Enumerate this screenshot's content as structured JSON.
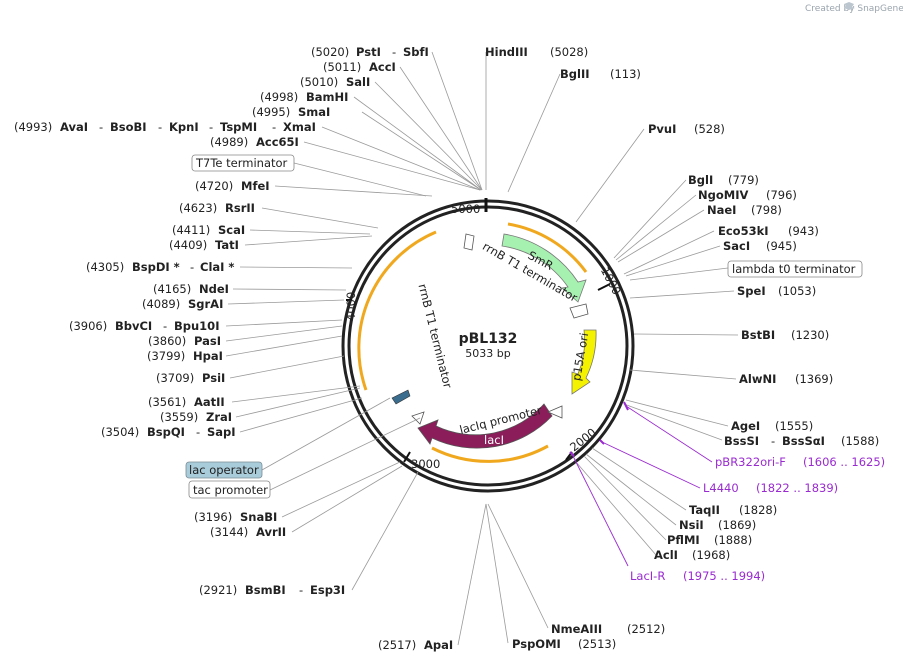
{
  "watermark": "Created by SnapGene",
  "plasmid": {
    "name": "pBL132",
    "size": "5033 bp"
  },
  "ticks": [
    "5000",
    "1000",
    "2000",
    "3000",
    "4000"
  ],
  "features": {
    "smr": "SmR",
    "rrnb_t1_top": "rrnB T1 terminator",
    "p15a": "p15A ori",
    "laciq": "lacIq promoter",
    "laci": "lacI",
    "rrnb_t1_left": "rrnB T1 terminator"
  },
  "boxed_labels": {
    "t7te": "T7Te terminator",
    "lambda": "lambda t0 terminator",
    "lac_operator": "lac operator",
    "tac_promoter": "tac promoter"
  },
  "sites": {
    "psti": {
      "pos": "(5020)",
      "name": "PstI",
      "sep": "-",
      "name2": "SbfI"
    },
    "acci": {
      "pos": "(5011)",
      "name": "AccI"
    },
    "sali": {
      "pos": "(5010)",
      "name": "SalI"
    },
    "bamhi": {
      "pos": "(4998)",
      "name": "BamHI"
    },
    "smai": {
      "pos": "(4995)",
      "name": "SmaI"
    },
    "avai": {
      "pos": "(4993)",
      "name": "AvaI",
      "n2": "BsoBI",
      "n3": "KpnI",
      "n4": "TspMI",
      "n5": "XmaI"
    },
    "acc65i": {
      "pos": "(4989)",
      "name": "Acc65I"
    },
    "mfei": {
      "pos": "(4720)",
      "name": "MfeI"
    },
    "rsrii": {
      "pos": "(4623)",
      "name": "RsrII"
    },
    "scai": {
      "pos": "(4411)",
      "name": "ScaI"
    },
    "tati": {
      "pos": "(4409)",
      "name": "TatI"
    },
    "bspdi": {
      "pos": "(4305)",
      "name": "BspDI *",
      "name2": "ClaI *"
    },
    "ndei": {
      "pos": "(4165)",
      "name": "NdeI"
    },
    "sgrai": {
      "pos": "(4089)",
      "name": "SgrAI"
    },
    "bbvci": {
      "pos": "(3906)",
      "name": "BbvCI",
      "name2": "Bpu10I"
    },
    "pasi": {
      "pos": "(3860)",
      "name": "PasI"
    },
    "hpai": {
      "pos": "(3799)",
      "name": "HpaI"
    },
    "psii": {
      "pos": "(3709)",
      "name": "PsiI"
    },
    "aatii": {
      "pos": "(3561)",
      "name": "AatII"
    },
    "zrai": {
      "pos": "(3559)",
      "name": "ZraI"
    },
    "bspqi": {
      "pos": "(3504)",
      "name": "BspQI",
      "name2": "SapI"
    },
    "snabi": {
      "pos": "(3196)",
      "name": "SnaBI"
    },
    "avrii": {
      "pos": "(3144)",
      "name": "AvrII"
    },
    "bsmbi": {
      "pos": "(2921)",
      "name": "BsmBI",
      "name2": "Esp3I"
    },
    "apai": {
      "pos": "(2517)",
      "name": "ApaI"
    },
    "hindiii": {
      "pos": "(5028)",
      "name": "HindIII"
    },
    "bglii": {
      "pos": "(113)",
      "name": "BglII"
    },
    "pvui": {
      "pos": "(528)",
      "name": "PvuI"
    },
    "bgli": {
      "pos": "(779)",
      "name": "BglI"
    },
    "ngomiv": {
      "pos": "(796)",
      "name": "NgoMIV"
    },
    "naei": {
      "pos": "(798)",
      "name": "NaeI"
    },
    "eco53ki": {
      "pos": "(943)",
      "name": "Eco53kI"
    },
    "saci": {
      "pos": "(945)",
      "name": "SacI"
    },
    "spei": {
      "pos": "(1053)",
      "name": "SpeI"
    },
    "bstbi": {
      "pos": "(1230)",
      "name": "BstBI"
    },
    "alwni": {
      "pos": "(1369)",
      "name": "AlwNI"
    },
    "agei": {
      "pos": "(1555)",
      "name": "AgeI"
    },
    "bsssi": {
      "pos": "(1588)",
      "name": "BssSI",
      "name2": "BssSαI"
    },
    "taqii": {
      "pos": "(1828)",
      "name": "TaqII"
    },
    "nsii": {
      "pos": "(1869)",
      "name": "NsiI"
    },
    "pflmi": {
      "pos": "(1888)",
      "name": "PflMI"
    },
    "acli": {
      "pos": "(1968)",
      "name": "AclI"
    },
    "nmeaiii": {
      "pos": "(2512)",
      "name": "NmeAIII"
    },
    "pspomi": {
      "pos": "(2513)",
      "name": "PspOMI"
    }
  },
  "primers": {
    "pbr322": {
      "name": "pBR322ori-F",
      "range": "(1606 .. 1625)"
    },
    "l4440": {
      "name": "L4440",
      "range": "(1822 .. 1839)"
    },
    "lacir": {
      "name": "LacI-R",
      "range": "(1975 .. 1994)"
    }
  },
  "colors": {
    "smr": "#a6f0b0",
    "p15a": "#f5f200",
    "laci": "#8b1d5a",
    "arc": "#f0a81e",
    "primer": "#9a2bd0",
    "lac_operator_box": "#a9ccda"
  }
}
